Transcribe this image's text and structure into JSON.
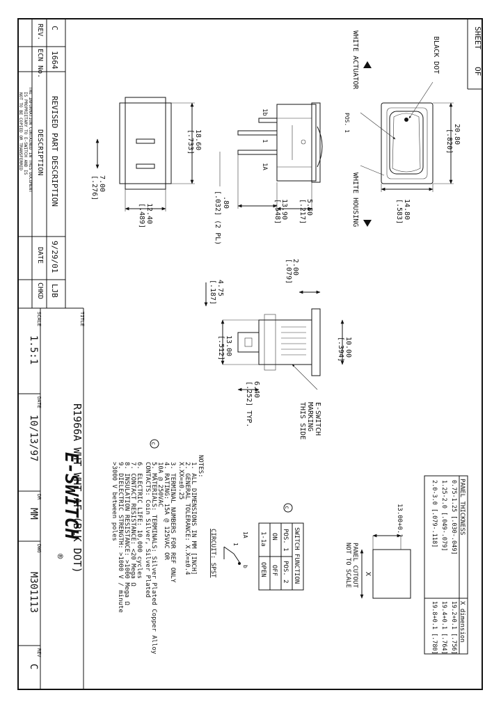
{
  "sheet_block": {
    "label": "SHEET",
    "of": "OF"
  },
  "revision_block": {
    "rev_value": "C",
    "ecn_value": "1664",
    "description": "REVISED PART DESCRIPTION",
    "date_value": "9/29/01",
    "chkd_value": "LJB",
    "rev_hdr": "REV.",
    "ecn_hdr": "ECN No.",
    "desc_hdr": "DESCRIPTION",
    "date_hdr": "DATE",
    "chkd_hdr": "CHKD"
  },
  "proprietary_notice": [
    "THE INFORMATION CONTAINED IN THIS DOCUMENT",
    "IS PROPRIETARY TO E-SWITCH AND IS",
    "NOT TO BE COPIED OR TRANSFERRED"
  ],
  "callouts": {
    "black_dot": "BLACK DOT",
    "white_actuator": "WHITE ACTUATOR",
    "white_housing": "WHITE HOUSING",
    "pos1": "POS. 1",
    "eswitch_marking": [
      "E-SWITCH",
      "MARKING",
      "THIS SIDE"
    ]
  },
  "terminals": {
    "t1b": "1b",
    "t1": "1",
    "t1a": "1A"
  },
  "dimensions": {
    "d2080": "20.80",
    "d2080i": "[.820]",
    "d1480": "14.80",
    "d1480i": "[.583]",
    "d1860": "18.60",
    "d1860i": "[.733]",
    "d700": "7.00",
    "d700i": "[.276]",
    "d1240": "12.40",
    "d1240i": "[.489]",
    "d1390": "13.90",
    "d1390i": "[.548]",
    "d550": "5.50",
    "d550i": "[.217]",
    "d080": ".80",
    "d080i": "[.032] (2 PL)",
    "d200": "2.00",
    "d200i": "[.079]",
    "d475": "4.75",
    "d475i": "[.187]",
    "d1300": "13.00",
    "d1300i": "[.512]",
    "d1000": "10.00",
    "d1000i": "[.394]",
    "d640": "6.40",
    "d640i": "[.252] TYP."
  },
  "panel_table": {
    "header_left": "PANEL THICKNESS",
    "header_right": "X dimension",
    "rows": [
      {
        "thickness": "0.75-1.25 [.030-.049]",
        "x": "19.2+0.1 [.756]"
      },
      {
        "thickness": "1.25-2.0 [.049-.079]",
        "x": "19.4+0.1 [.764]"
      },
      {
        "thickness": "2.0-3.0 [.079-.118]",
        "x": "19.8+0.1 [.780]"
      }
    ]
  },
  "panel_cutout": {
    "title": [
      "PANEL CUTOUT",
      "NOT TO SCALE"
    ],
    "y_dim": "13.00+0.1",
    "x_label": "X"
  },
  "switch_function": {
    "title": "SWITCH FUNCTION",
    "cols": [
      "POS. 1",
      "POS. 2"
    ],
    "row_state": [
      "ON",
      "OFF"
    ],
    "row_circuit": [
      "1-1a",
      "OPEN"
    ]
  },
  "circuit": {
    "label": "CIRCUIT: SPST",
    "t1a": "1A",
    "t1": "1",
    "tb": "b"
  },
  "ul_mark": "c",
  "notes": {
    "title": "NOTES:",
    "items": [
      "1. ALL DIMENSIONS IN MM [INCH]",
      "2. GENERAL TOLERANCE: X.X=±0.4",
      "                     X.XX=±0.25",
      "3. TERMINAL NUMBERS FOR REF ONLY",
      "4. RATING: 15A @ 125VAC OR",
      "           10A @ 250VAC",
      "5. MATERIALS: TERMINALS: Silver Plated Copper Alloy",
      "              CONTACTS: Coin Silver, Silver Plated",
      "6. ELECTRIC LIFE: 10,000 cycles",
      "7. CONTACT RESISTANCE: <20 Mega Ω",
      "8. INSULATION RESISTANCE: >1000 Mega Ω",
      "9. DIELECTRIC STRENGTH: >1000 V / minute",
      "                        >3000 V between poles"
    ]
  },
  "title_block": {
    "title_hdr": "TITLE",
    "title": "R1966A WHT WHT AF (BLK DOT)",
    "brand": "E-SWITCH",
    "reg": "®",
    "scale_hdr": "SCALE",
    "scale": "1.5:1",
    "date_hdr": "DATE",
    "date": "10/13/97",
    "dr_hdr": "DR",
    "dr": "MM",
    "dwg_hdr": "DWG",
    "dwg": "M301113",
    "rev_hdr": "REV",
    "rev": "C"
  }
}
